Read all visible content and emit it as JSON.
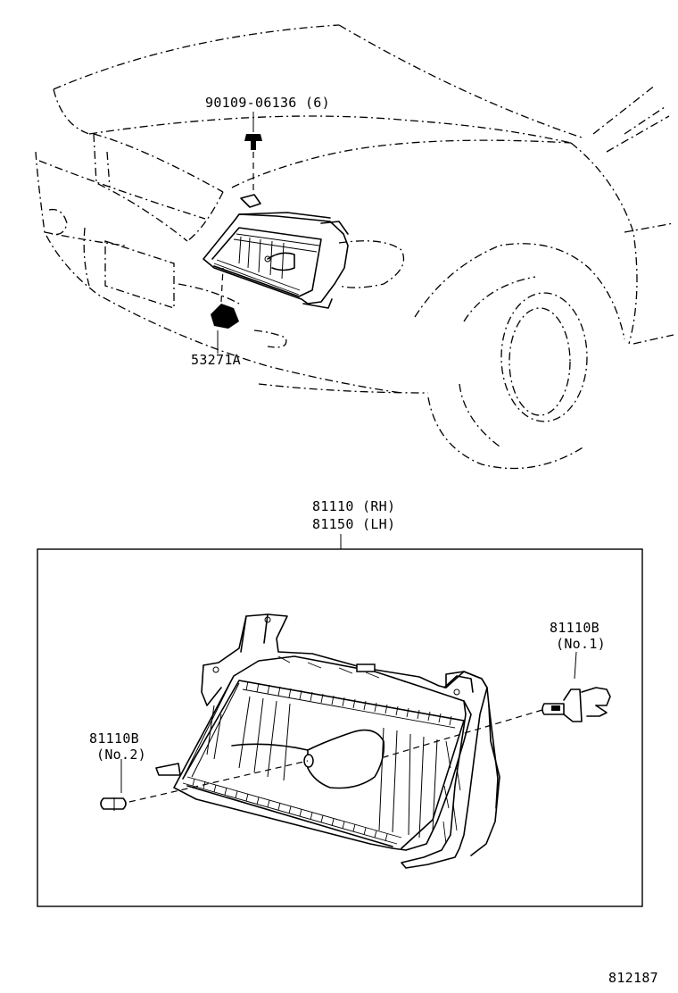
{
  "labels": {
    "bolt": "90109-06136 (6)",
    "bracket": "53271A",
    "assembly_rh": "81110 (RH)",
    "assembly_lh": "81150 (LH)",
    "bulb1_part": "81110B",
    "bulb1_no": "(No.1)",
    "bulb2_part": "81110B",
    "bulb2_no": "(No.2)",
    "diagram_id": "812187"
  }
}
